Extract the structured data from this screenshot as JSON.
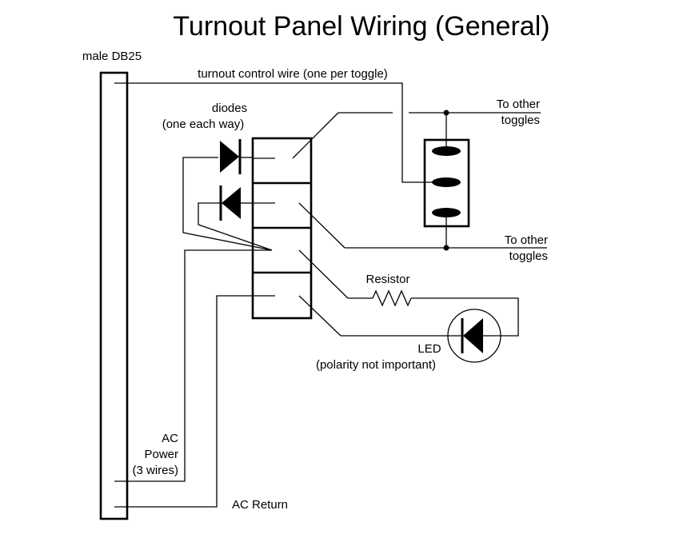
{
  "title": "Turnout Panel Wiring (General)",
  "connector": {
    "label": "male DB25"
  },
  "control_wire": {
    "label": "turnout control wire (one per toggle)"
  },
  "diodes": {
    "line1": "diodes",
    "line2": "(one each way)"
  },
  "to_other_top": {
    "line1": "To other",
    "line2": "toggles"
  },
  "to_other_bottom": {
    "line1": "To other",
    "line2": "toggles"
  },
  "resistor": {
    "label": "Resistor"
  },
  "led": {
    "line1": "LED",
    "line2": "(polarity not important)"
  },
  "ac_power": {
    "line1": "AC",
    "line2": "Power",
    "line3": "(3 wires)"
  },
  "ac_return": {
    "label": "AC Return"
  }
}
